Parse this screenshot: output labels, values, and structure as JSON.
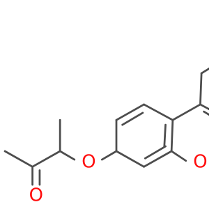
{
  "structure": {
    "atoms": [
      {
        "id": "O_ketone",
        "label": "O"
      },
      {
        "id": "O_ether",
        "label": "O"
      },
      {
        "id": "O_ring",
        "label": "O"
      },
      {
        "id": "O_carbonyl",
        "label": "O"
      }
    ],
    "colors": {
      "bond": "#4d4d4d",
      "oxygen": "#ff0d0d",
      "background": "#ffffff"
    }
  }
}
